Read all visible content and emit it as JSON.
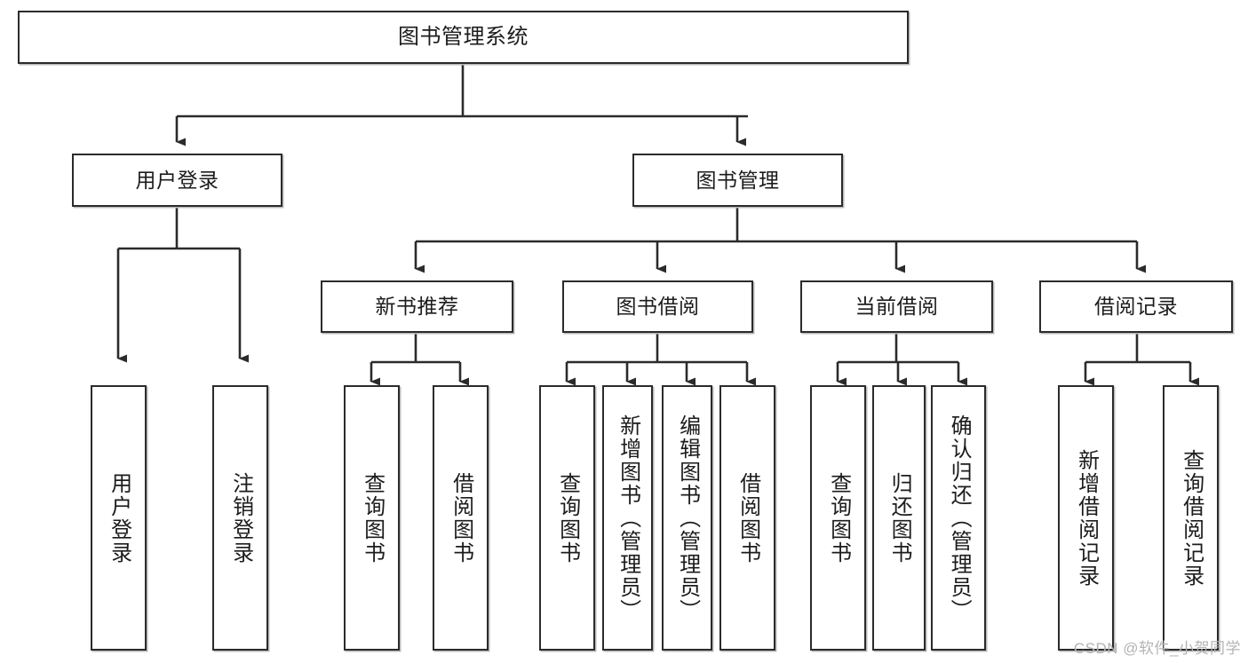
{
  "diagram": {
    "title": "图书管理系统",
    "type": "tree",
    "watermark": "CSDN @软件_小贺同学",
    "colors": {
      "stroke": "#2b2b2b",
      "fill": "#ffffff",
      "text": "#1c1c1c",
      "shadow": "#b9b9b9",
      "watermark": "#b3b3b3"
    },
    "nodes": {
      "root": {
        "label": "图书管理系统"
      },
      "level2": [
        {
          "label": "用户登录"
        },
        {
          "label": "图书管理"
        }
      ],
      "level3": [
        {
          "label": "新书推荐"
        },
        {
          "label": "图书借阅"
        },
        {
          "label": "当前借阅"
        },
        {
          "label": "借阅记录"
        }
      ],
      "leaves": {
        "user_login": [
          {
            "label": "用户登录"
          },
          {
            "label": "注销登录"
          }
        ],
        "new_book_recommend": [
          {
            "label": "查询图书"
          },
          {
            "label": "借阅图书"
          }
        ],
        "book_borrow": [
          {
            "label": "查询图书"
          },
          {
            "label": "新增图书（管理员）"
          },
          {
            "label": "编辑图书（管理员）"
          },
          {
            "label": "借阅图书"
          }
        ],
        "current_borrow": [
          {
            "label": "查询图书"
          },
          {
            "label": "归还图书"
          },
          {
            "label": "确认归还（管理员）"
          }
        ],
        "borrow_records": [
          {
            "label": "新增借阅记录"
          },
          {
            "label": "查询借阅记录"
          }
        ]
      }
    }
  }
}
